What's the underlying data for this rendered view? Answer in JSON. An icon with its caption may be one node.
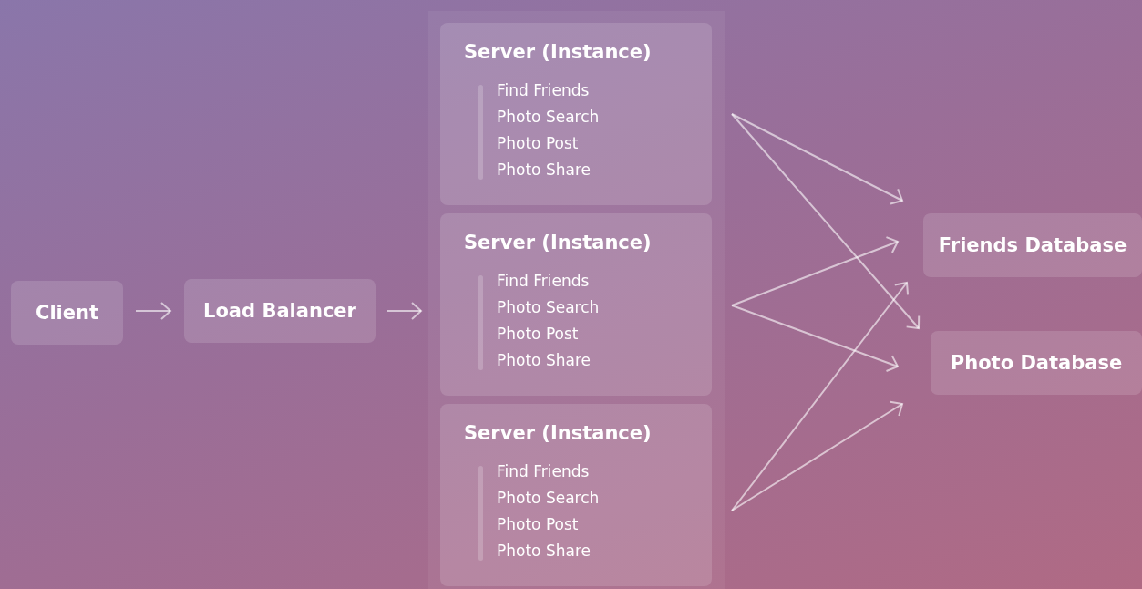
{
  "diagram": {
    "nodes": [
      {
        "text": [
          "Client"
        ]
      },
      {
        "text": [
          "Load Balancer"
        ]
      },
      {
        "text": [],
        "shape": "box"
      },
      {
        "text": [
          "Server (Instance)",
          "Find Friends",
          "Photo Search",
          "Photo Post",
          "Photo Share"
        ],
        "in": 2
      },
      {
        "text": [
          "Server (Instance)",
          "Find Friends",
          "Photo Search",
          "Photo Post",
          "Photo Share"
        ],
        "in": 2
      },
      {
        "text": [
          "Server (Instance)",
          "Find Friends",
          "Photo Search",
          "Photo Post",
          "Photo Share"
        ],
        "in": 2
      },
      {
        "text": [
          "Friends Database"
        ]
      },
      {
        "text": [
          "Photo Database"
        ]
      }
    ],
    "edges": [
      {
        "from": 0,
        "to": 1,
        "arrow": "to"
      },
      {
        "from": 1,
        "to": 2,
        "arrow": "to"
      },
      {
        "from": 3,
        "to": 6,
        "arrow": "to"
      },
      {
        "from": 3,
        "to": 7,
        "arrow": "to"
      },
      {
        "from": 4,
        "to": 6,
        "arrow": "to"
      },
      {
        "from": 4,
        "to": 7,
        "arrow": "to"
      },
      {
        "from": 5,
        "to": 6,
        "arrow": "to"
      },
      {
        "from": 5,
        "to": 7,
        "arrow": "to"
      }
    ]
  }
}
